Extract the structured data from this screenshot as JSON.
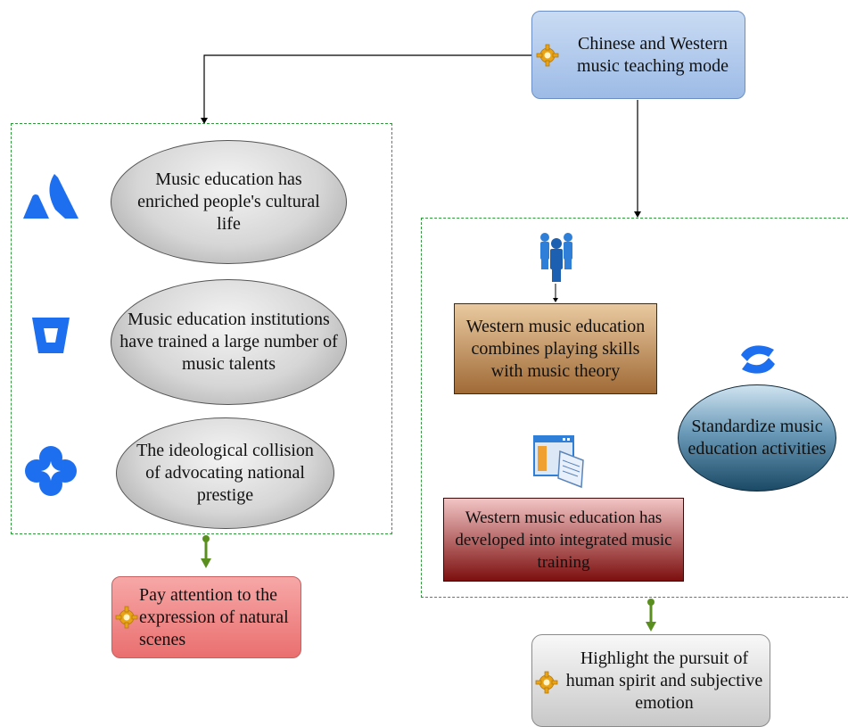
{
  "top_node": {
    "label": "Chinese and Western music teaching mode",
    "icon": "gear-icon"
  },
  "left_panel": {
    "items": [
      {
        "label": "Music education has enriched people's cultural life",
        "icon": "atlassian-logo-icon"
      },
      {
        "label": "Music education institutions have trained a large number of music talents",
        "icon": "bitbucket-logo-icon"
      },
      {
        "label": "The ideological collision of advocating national prestige",
        "icon": "four-point-star-cloud-icon"
      }
    ],
    "result": {
      "label": "Pay attention to the expression of natural scenes",
      "icon": "gear-icon"
    }
  },
  "right_panel": {
    "box1": {
      "label": "Western music education combines playing skills with music theory",
      "icon": "people-group-icon"
    },
    "box2": {
      "label": "Western music education has developed into integrated music training",
      "icon": "document-window-icon"
    },
    "circle": {
      "label": "Standardize music education activities",
      "icon": "confluence-logo-icon"
    },
    "result": {
      "label": "Highlight the pursuit of human spirit and subjective emotion",
      "icon": "gear-icon"
    }
  },
  "colors": {
    "dashed_border": "#2f9a3a",
    "top_node_fill": "#a9c6ec",
    "brown_box": "#a8713a",
    "red_box": "#8b1a1a",
    "pink_box": "#ef7f7f",
    "teal_circle": "#1f4f6a",
    "blue_logo": "#1e6ff0"
  }
}
